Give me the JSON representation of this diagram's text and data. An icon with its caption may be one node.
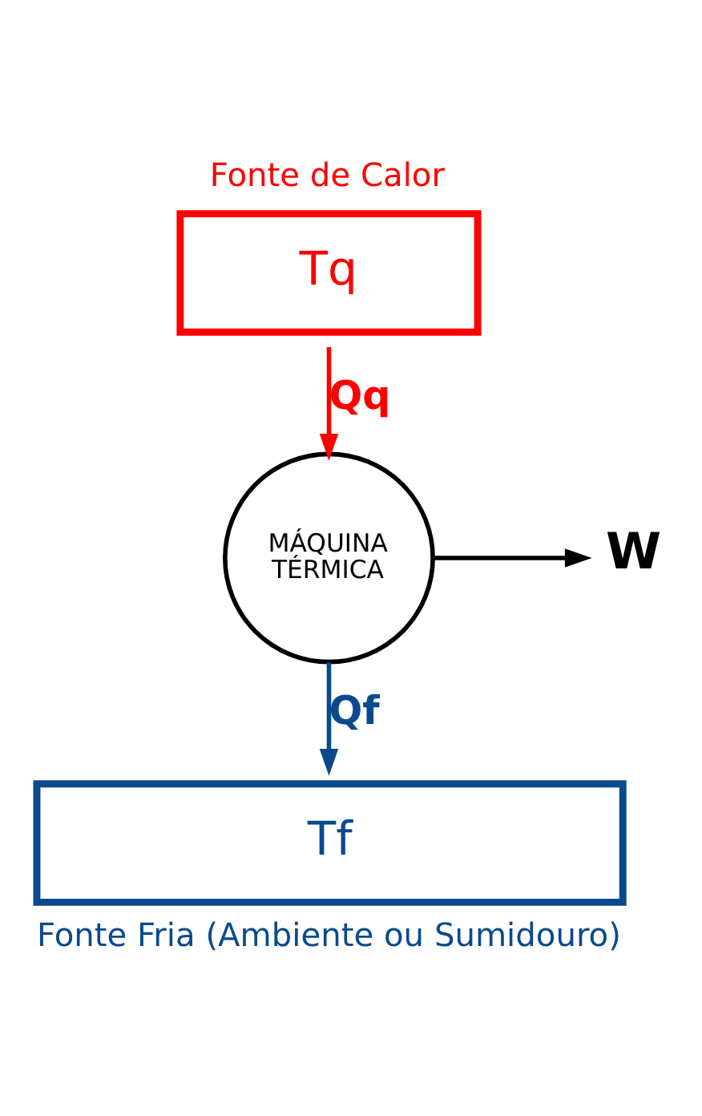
{
  "diagram": {
    "nodes": [
      {
        "text": [
          "Fonte de Calor",
          "Tq"
        ]
      },
      {
        "text": [
          "MÁQUINA TÉRMICA"
        ]
      },
      {
        "text": [
          "Tf",
          "Fonte Fria (Ambiente ou Sumidouro)"
        ]
      },
      {
        "text": [
          "W"
        ]
      }
    ],
    "edges": [
      {
        "from": 0,
        "to": 1,
        "arrow": "to",
        "label": "Qq",
        "color": "#ff0000"
      },
      {
        "from": 1,
        "to": 2,
        "arrow": "to",
        "label": "Qf",
        "color": "#0a4a8c"
      },
      {
        "from": 1,
        "to": 3,
        "arrow": "to",
        "color": "#000000"
      }
    ]
  }
}
